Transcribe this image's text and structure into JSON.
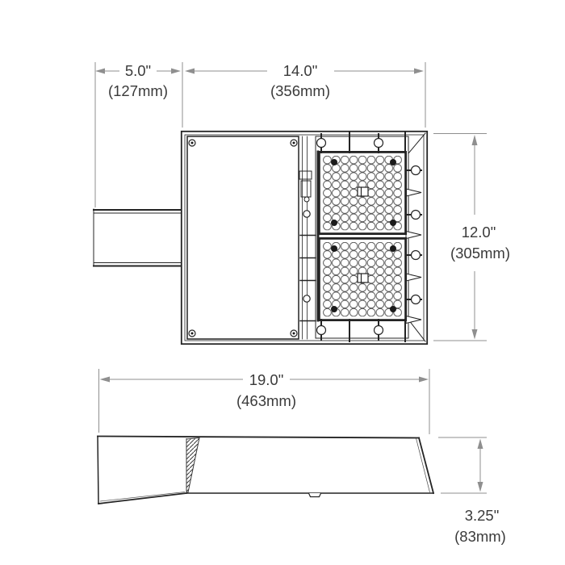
{
  "drawing": {
    "kind": "luminaire-dimension-drawing",
    "colors": {
      "line": "#242424",
      "dimension_line": "#8f8f8f",
      "text": "#3a3a3a",
      "background": "#ffffff"
    },
    "dimensions": {
      "arm_length": {
        "inches": "5.0\"",
        "metric": "(127mm)"
      },
      "housing_width": {
        "inches": "14.0\"",
        "metric": "(356mm)"
      },
      "housing_depth": {
        "inches": "12.0\"",
        "metric": "(305mm)"
      },
      "overall_length": {
        "inches": "19.0\"",
        "metric": "(463mm)"
      },
      "fixture_height": {
        "inches": "3.25\"",
        "metric": "(83mm)"
      }
    }
  }
}
